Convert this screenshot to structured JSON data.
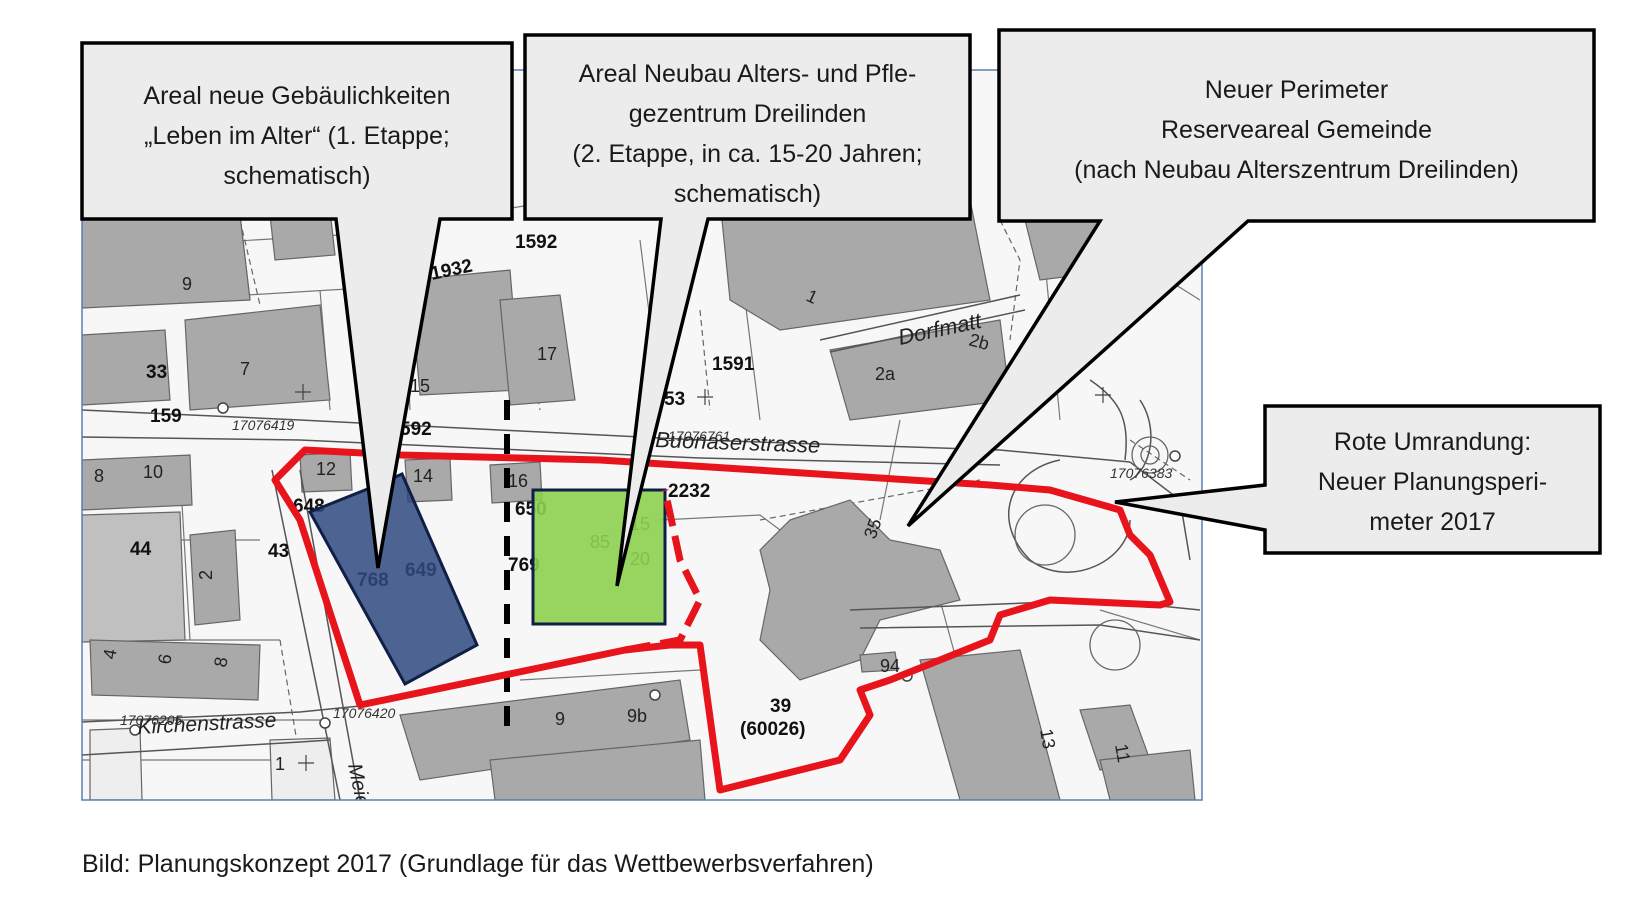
{
  "colors": {
    "perimeter_red": "#e8141c",
    "area_blue": "#2f4a80",
    "area_green": "#8ccf4f",
    "building_grey": "#a9a9a9",
    "callout_fill": "#ececec"
  },
  "callouts": {
    "c1": [
      "Areal neue Gebäulichkeiten",
      "„Leben im Alter“ (1. Etappe;",
      "schematisch)"
    ],
    "c2": [
      "Areal Neubau Alters- und Pfle-",
      "gezentrum Dreilinden",
      "(2. Etappe, in ca. 15-20 Jahren;",
      "schematisch)"
    ],
    "c3": [
      "Neuer Perimeter",
      "Reserveareal Gemeinde",
      "(nach Neubau Alterszentrum Dreilinden)"
    ],
    "c4": [
      "Rote Umrandung:",
      "Neuer Planungsperi-",
      "meter 2017"
    ]
  },
  "map_labels": {
    "streets": {
      "buonaser": "Buonaserstrasse",
      "kirchen": "Kirchenstrasse",
      "dorfmatt": "Dorfmatt",
      "meier": "Meie"
    },
    "parcels": {
      "p1932": "1932",
      "p1592": "1592",
      "p33": "33",
      "p159": "159",
      "p592": "592",
      "p1591": "1591",
      "p53": "53",
      "p648": "648",
      "p650": "650",
      "p2232": "2232",
      "p44": "44",
      "p43": "43",
      "p768": "768",
      "p649": "649",
      "p769": "769",
      "p39": "39",
      "p60026": "(60026)"
    },
    "house_numbers": {
      "h9a": "9",
      "h7": "7",
      "h15": "15",
      "h17": "17",
      "h1a": "1",
      "h2a": "2a",
      "h2b": "2b",
      "h12": "12",
      "h14": "14",
      "h16": "16",
      "h8a": "8",
      "h10": "10",
      "h2c": "2",
      "h4": "4",
      "h6": "6",
      "h8b": "8",
      "h9b": "9",
      "h9b2": "9b",
      "h94": "94",
      "h13": "13",
      "h11": "11",
      "h1b": "1",
      "h85": "85",
      "h20": "20",
      "h15b": "15",
      "h35": "35"
    },
    "points": {
      "pt17076419": "17076419",
      "pt17076383": "17076383",
      "pt17076205": "17076205",
      "pt17076420": "17076420",
      "pt17076761": "17076761"
    }
  },
  "caption": "Bild: Planungskonzept 2017 (Grundlage für das Wettbewerbsverfahren)"
}
